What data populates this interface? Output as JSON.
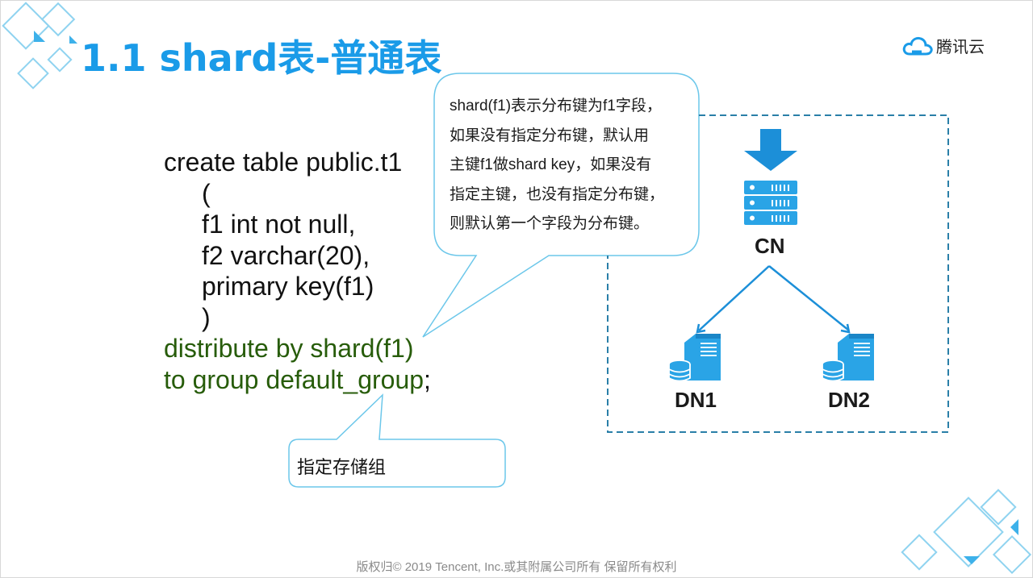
{
  "slide": {
    "title": "1.1 shard表-普通表",
    "logo_text": "腾讯云",
    "code_lines": [
      "create table public.t1",
      "(",
      "f1 int not null,",
      "f2 varchar(20),",
      "primary key(f1)",
      ")",
      "distribute by shard(f1)",
      "to group default_group"
    ],
    "code_suffix": ";",
    "callout_main": [
      "shard(f1)表示分布键为f1字段，",
      "如果没有指定分布键，默认用",
      "主键f1做shard key，如果没有",
      "指定主键，也没有指定分布键，",
      "则默认第一个字段为分布键。"
    ],
    "callout_group": "指定存储组",
    "diagram": {
      "cn_label": "CN",
      "dn1_label": "DN1",
      "dn2_label": "DN2"
    },
    "footer": "版权归© 2019 Tencent, Inc.或其附属公司所有 保留所有权利",
    "colors": {
      "title": "#1a9be8",
      "code_highlight": "#275c0a",
      "diagram_blue": "#1c8fd8",
      "server_blue": "#2aa4e6",
      "callout_border": "#6cc7ea",
      "dashed_border": "#2a7fa8"
    }
  }
}
